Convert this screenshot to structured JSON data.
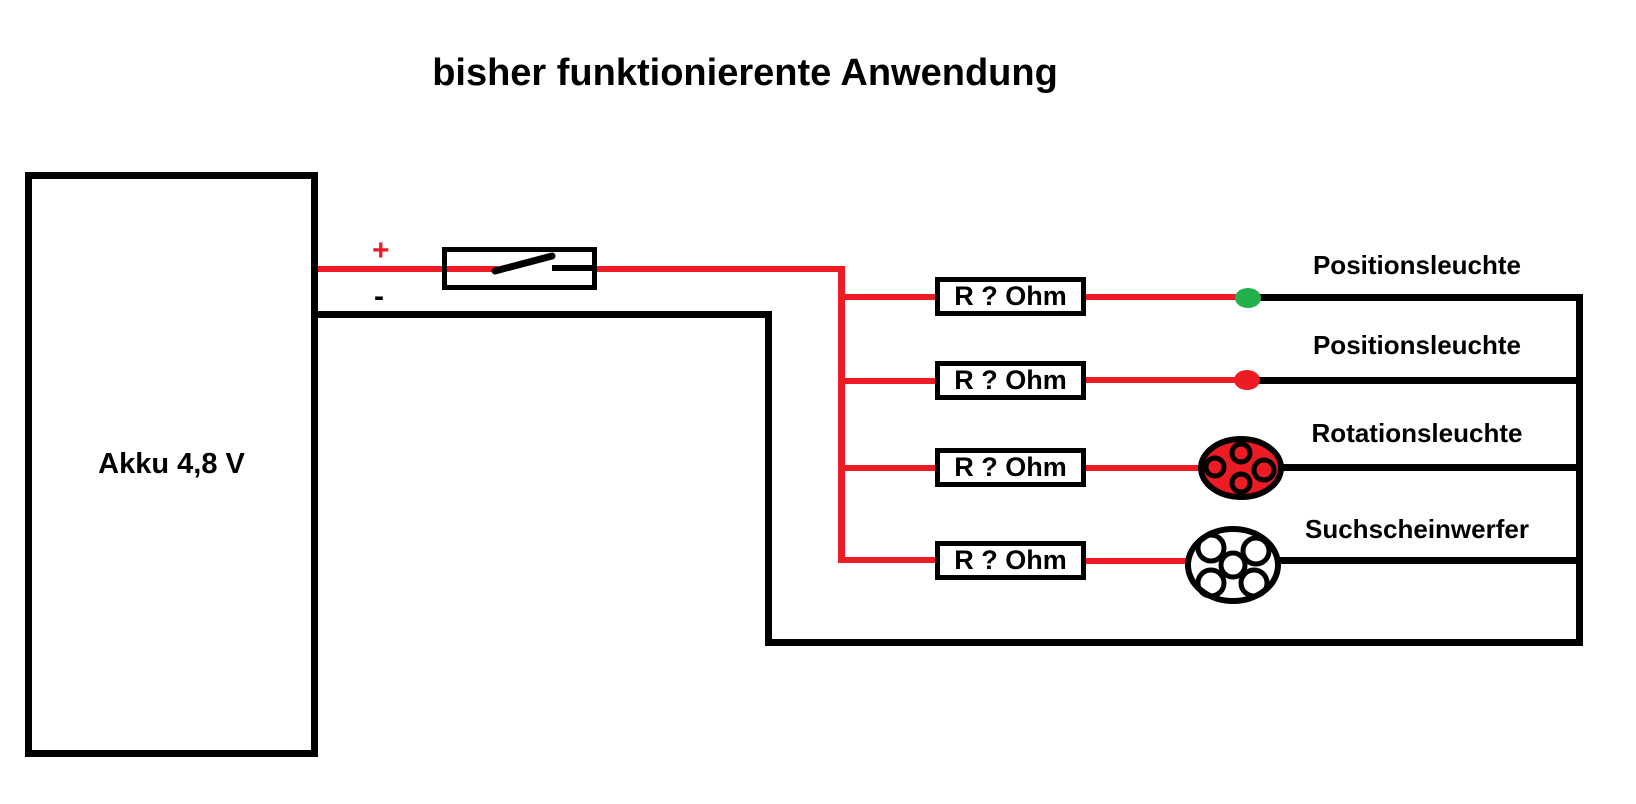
{
  "title": "bisher funktionierente Anwendung",
  "battery": {
    "label": "Akku 4,8 V",
    "plus_label": "+",
    "minus_label": "-"
  },
  "colors": {
    "positive_wire": "#ed1c24",
    "negative_wire": "#000000",
    "led_green": "#22b14c",
    "led_red": "#ed1c24",
    "beacon_fill": "#ed1c24",
    "searchlight_fill": "#ffffff",
    "outline": "#000000"
  },
  "branches": [
    {
      "resistor_label": "R ? Ohm",
      "load_label": "Positionsleuchte"
    },
    {
      "resistor_label": "R ? Ohm",
      "load_label": "Positionsleuchte"
    },
    {
      "resistor_label": "R ? Ohm",
      "load_label": "Rotationsleuchte"
    },
    {
      "resistor_label": "R ? Ohm",
      "load_label": "Suchscheinwerfer"
    }
  ]
}
